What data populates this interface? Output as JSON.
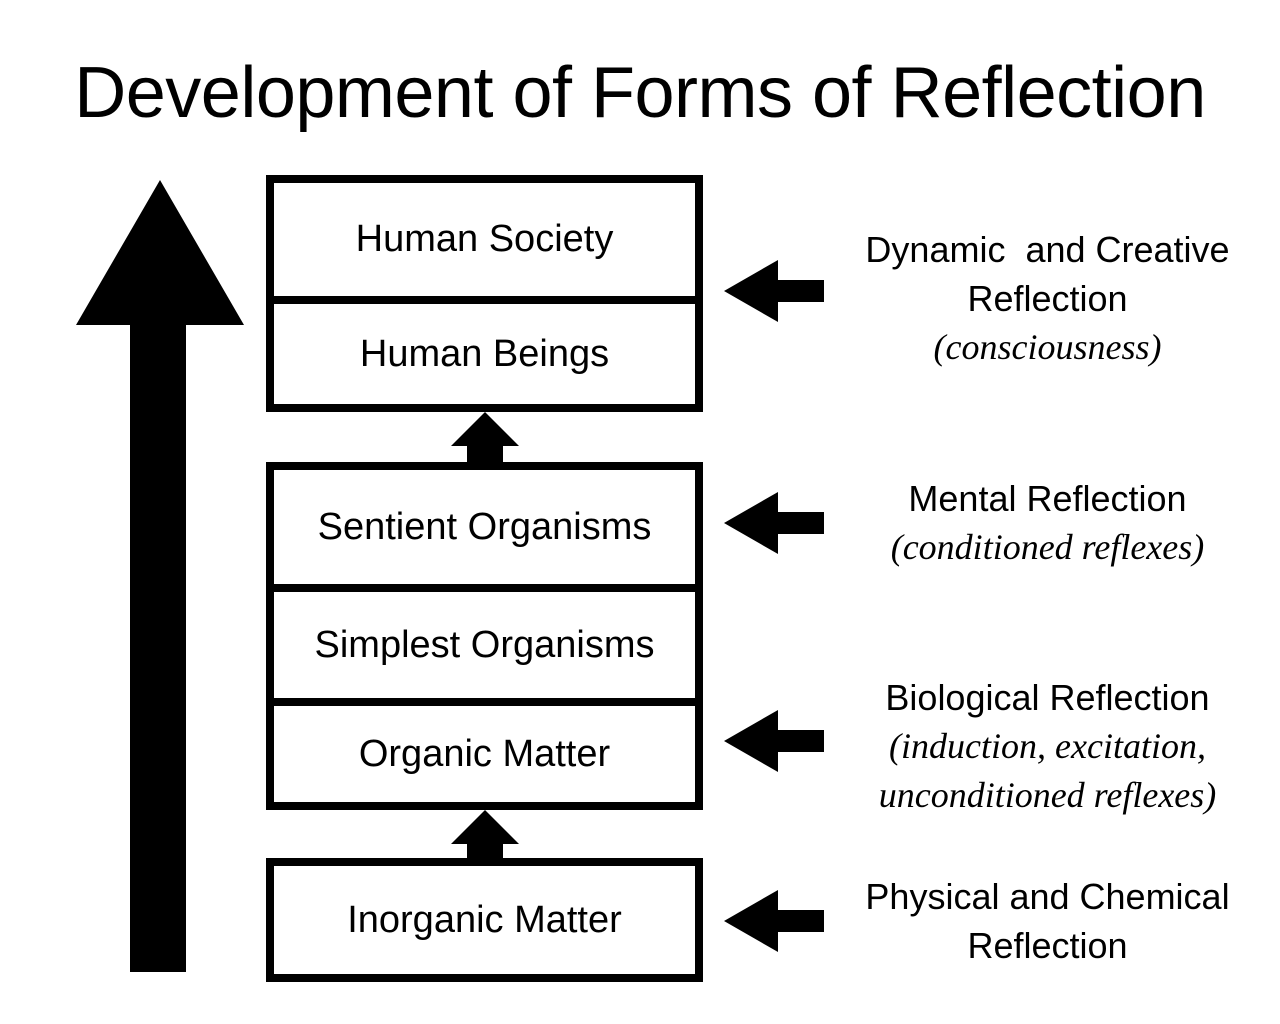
{
  "title": "Development of Forms of Reflection",
  "stages": [
    {
      "boxes": [
        "Human Society",
        "Human Beings"
      ]
    },
    {
      "boxes": [
        "Sentient Organisms",
        "Simplest Organisms",
        "Organic Matter"
      ]
    },
    {
      "boxes": [
        "Inorganic Matter"
      ]
    }
  ],
  "reflections": [
    {
      "lines": [
        "Dynamic  and Creative",
        "Reflection"
      ],
      "italic_lines": [
        "(consciousness)"
      ]
    },
    {
      "lines": [
        "Mental Reflection"
      ],
      "italic_lines": [
        "(conditioned reflexes)"
      ]
    },
    {
      "lines": [
        "Biological Reflection"
      ],
      "italic_lines": [
        "(induction, excitation,",
        "unconditioned reflexes)"
      ]
    },
    {
      "lines": [
        "Physical and Chemical",
        "Reflection"
      ],
      "italic_lines": []
    }
  ]
}
